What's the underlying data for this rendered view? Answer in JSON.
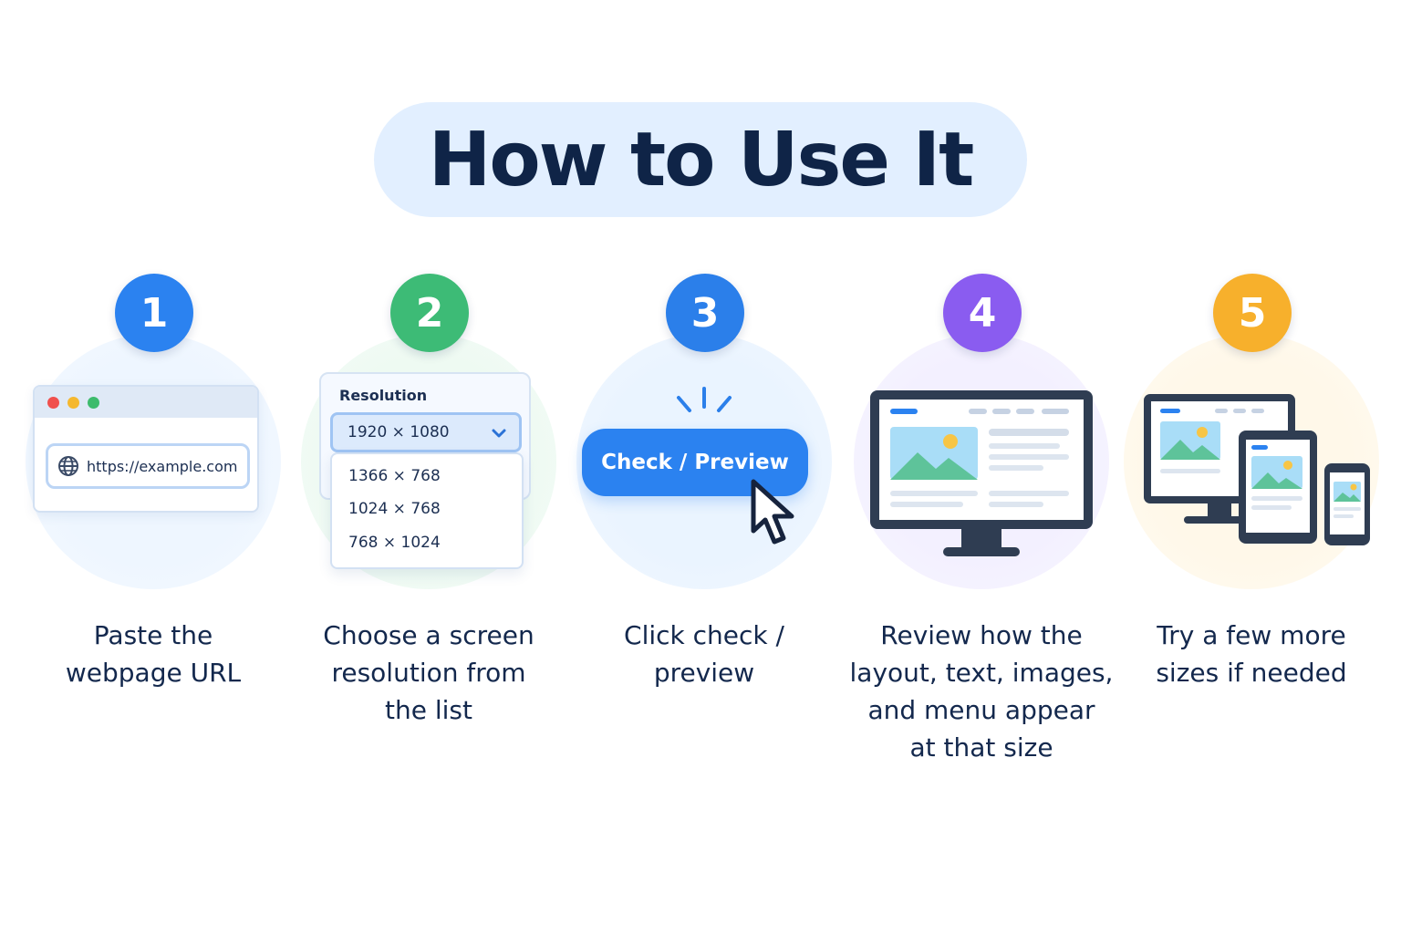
{
  "title": "How to Use It",
  "colors": {
    "step1": "#2b82f0",
    "step2": "#3dbb76",
    "step3": "#2b7fea",
    "step4": "#8a5cf0",
    "step5": "#f7b02c"
  },
  "steps": [
    {
      "number": "1",
      "caption_lines": [
        "Paste the",
        "webpage URL"
      ],
      "url": "https://example.com",
      "icons": [
        "browser-window-icon",
        "globe-icon"
      ]
    },
    {
      "number": "2",
      "caption_lines": [
        "Choose a screen",
        "resolution from",
        "the list"
      ],
      "dropdown_label": "Resolution",
      "selected": "1920 × 1080",
      "options": [
        "1366 × 768",
        "1024 × 768",
        "768 × 1024"
      ],
      "icons": [
        "chevron-down-icon"
      ]
    },
    {
      "number": "3",
      "caption_lines": [
        "Click check /",
        "preview"
      ],
      "button_label": "Check / Preview",
      "icons": [
        "cursor-arrow-icon",
        "click-burst-icon"
      ]
    },
    {
      "number": "4",
      "caption_lines": [
        "Review how the",
        "layout, text, images,",
        "and menu appear",
        "at that size"
      ],
      "icons": [
        "desktop-monitor-icon",
        "image-placeholder-icon"
      ]
    },
    {
      "number": "5",
      "caption_lines": [
        "Try a few more",
        "sizes if needed"
      ],
      "icons": [
        "monitor-icon",
        "tablet-icon",
        "phone-icon"
      ]
    }
  ]
}
